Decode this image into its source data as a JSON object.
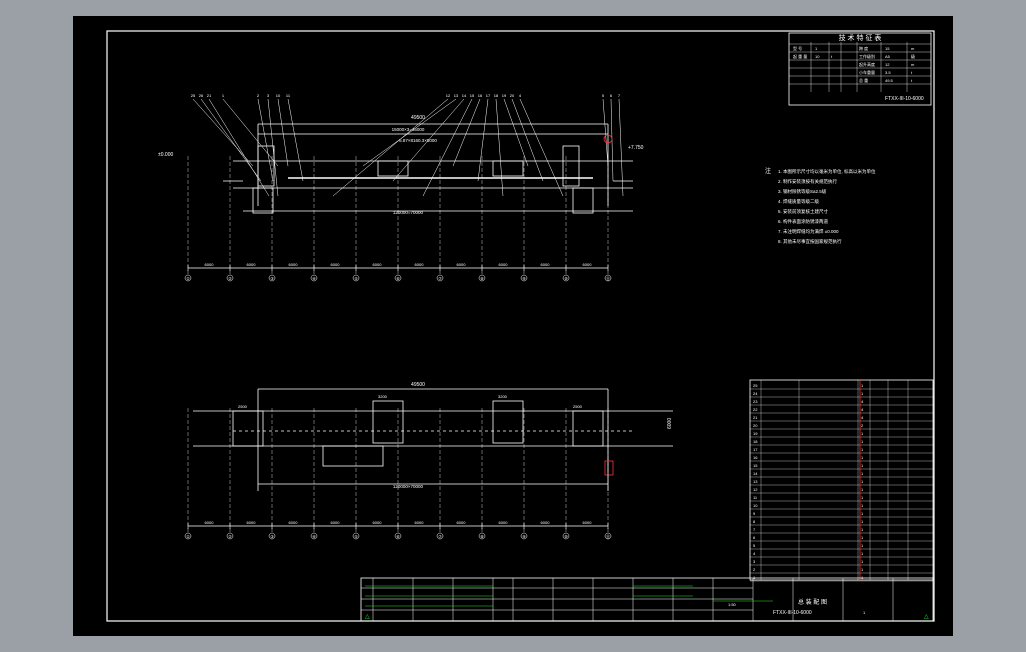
{
  "elevation": {
    "axes": [
      "①",
      "②",
      "③",
      "④",
      "⑤",
      "⑥",
      "⑦",
      "⑧",
      "⑨",
      "⑩",
      "⑪"
    ],
    "spans": [
      "6000",
      "6000",
      "6000",
      "6000",
      "6000",
      "6000",
      "6000",
      "6000",
      "6000",
      "6000"
    ],
    "top_dims": [
      "49500",
      "15000×3=45000",
      "5.87×8160.3×5000"
    ],
    "left_level": "±0.000",
    "right_level": "+7.750",
    "bottom_dim": "120000=70000",
    "callouts": [
      "25",
      "26",
      "21",
      "1",
      "2",
      "3",
      "10",
      "11",
      "12",
      "13",
      "14",
      "15",
      "16",
      "17",
      "18",
      "19",
      "20",
      "4",
      "5",
      "6",
      "7"
    ]
  },
  "plan": {
    "axes": [
      "①",
      "②",
      "③",
      "④",
      "⑤",
      "⑥",
      "⑦",
      "⑧",
      "⑨",
      "⑩",
      "⑪"
    ],
    "spans": [
      "6000",
      "6000",
      "6000",
      "6000",
      "6000",
      "6000",
      "6000",
      "6000",
      "6000",
      "6000"
    ],
    "top_dim": "49500",
    "side_dim": "6000",
    "bottom_dim": "120000×70000",
    "labels": [
      "3200",
      "3200",
      "2500",
      "2500"
    ]
  },
  "tech_table": {
    "title": "技 术 特 征 表",
    "rows": [
      [
        "型 号",
        "1",
        "",
        "",
        "跨 度",
        "15",
        "m"
      ],
      [
        "起 重 量",
        "10",
        "t",
        "",
        "工作级别",
        "A5",
        "级"
      ],
      [
        "",
        "",
        "",
        "",
        "起升高度",
        "12",
        "m"
      ],
      [
        "",
        "",
        "",
        "",
        "小车重量",
        "3.5",
        "t"
      ],
      [
        "",
        "",
        "",
        "",
        "总 重",
        "49.5",
        "t"
      ],
      [
        "",
        "",
        "",
        "",
        "",
        "",
        ""
      ]
    ],
    "code": "FTXX-III-10-6000"
  },
  "notes": {
    "header": "注",
    "lines": [
      "1. 本图所示尺寸均以毫米为单位, 标高以米为单位",
      "2. 制作安装须按有关规范执行",
      "3. 钢材除锈等级Sa2.5级",
      "4. 焊缝质量等级二级",
      "5. 安装前须复核土建尺寸",
      "6. 构件表面涂防锈漆两道",
      "7. 未注明焊缝均为满焊 ±0.000",
      "8. 其他未尽事宜按国家规范执行"
    ]
  },
  "parts_table": {
    "rows": [
      [
        "25",
        "",
        "",
        "1",
        "",
        "",
        ""
      ],
      [
        "24",
        "",
        "",
        "1",
        "",
        "",
        ""
      ],
      [
        "23",
        "",
        "",
        "4",
        "",
        "",
        ""
      ],
      [
        "22",
        "",
        "",
        "4",
        "",
        "",
        ""
      ],
      [
        "21",
        "",
        "",
        "4",
        "",
        "",
        ""
      ],
      [
        "20",
        "",
        "",
        "2",
        "",
        "",
        ""
      ],
      [
        "19",
        "",
        "",
        "1",
        "",
        "",
        ""
      ],
      [
        "18",
        "",
        "",
        "1",
        "",
        "",
        ""
      ],
      [
        "17",
        "",
        "",
        "1",
        "",
        "",
        ""
      ],
      [
        "16",
        "",
        "",
        "1",
        "",
        "",
        ""
      ],
      [
        "15",
        "",
        "",
        "1",
        "",
        "",
        ""
      ],
      [
        "14",
        "",
        "",
        "1",
        "",
        "",
        ""
      ],
      [
        "13",
        "",
        "",
        "1",
        "",
        "",
        ""
      ],
      [
        "12",
        "",
        "",
        "1",
        "",
        "",
        ""
      ],
      [
        "11",
        "",
        "",
        "1",
        "",
        "",
        ""
      ],
      [
        "10",
        "",
        "",
        "1",
        "",
        "",
        ""
      ],
      [
        "9",
        "",
        "",
        "1",
        "",
        "",
        ""
      ],
      [
        "8",
        "",
        "",
        "1",
        "",
        "",
        ""
      ],
      [
        "7",
        "",
        "",
        "1",
        "",
        "",
        ""
      ],
      [
        "6",
        "",
        "",
        "1",
        "",
        "",
        ""
      ],
      [
        "5",
        "",
        "",
        "1",
        "",
        "",
        ""
      ],
      [
        "4",
        "",
        "",
        "1",
        "",
        "",
        ""
      ],
      [
        "3",
        "",
        "",
        "1",
        "",
        "",
        ""
      ],
      [
        "2",
        "",
        "",
        "1",
        "",
        "",
        ""
      ],
      [
        "1",
        "",
        "",
        "1",
        "",
        "",
        ""
      ]
    ]
  },
  "title_block": {
    "title": "总 装 配 图",
    "drawing_no": "FTXX-III-10-6000",
    "scale": "1:50",
    "sheet": "1"
  },
  "colors": {
    "background": "#000000",
    "line": "#ffffff",
    "red": "#ff3030",
    "green": "#27e627",
    "frame_outside": "#9aa0a6"
  }
}
